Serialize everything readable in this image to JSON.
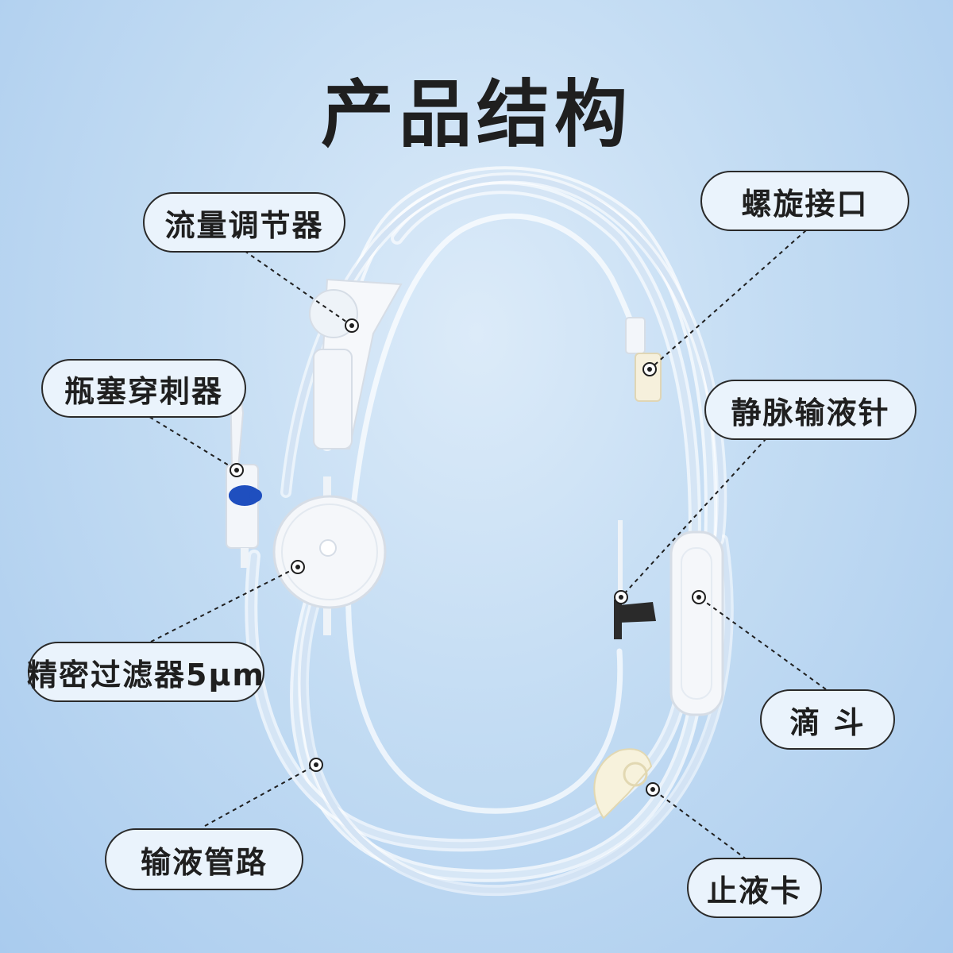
{
  "title": "产品结构",
  "labels": {
    "flow_regulator": "流量调节器",
    "spike": "瓶塞穿刺器",
    "filter": "精密过滤器5μm",
    "tubing": "输液管路",
    "luer_connector": "螺旋接口",
    "iv_needle": "静脉输液针",
    "drip_chamber": "滴 斗",
    "stop_clip": "止液卡"
  },
  "colors": {
    "background": "#b7d4f1",
    "label_fill": "#eaf3fc",
    "label_border": "#2a2a2a",
    "text": "#1f1f1f",
    "spike_accent": "#1f4fbf"
  }
}
